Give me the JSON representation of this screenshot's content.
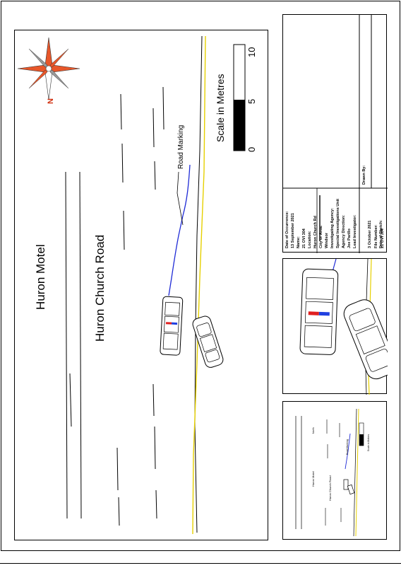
{
  "main": {
    "compass_letter": "N",
    "road_name": "Huron Church Road",
    "motel_name": "Huron Motel",
    "road_marking_label": "Road Marking",
    "scale_label": "Scale in Metres",
    "scale_ticks": [
      "0",
      "5",
      "10"
    ]
  },
  "title_block": {
    "lines": [
      "Date of Occurrence:",
      "13 September 2021",
      "Name:",
      "21 OVI 304",
      "Location:",
      "Huron Church Rd",
      "City or Area:",
      "Windsor",
      "Investigating Agency:",
      "Special Investigations Unit",
      "Agency Direction:",
      "Joe Parillo",
      "Lead Investigator:"
    ],
    "drawn_by_label": "Drawn By:",
    "date_of_sketch_label": "Date of Sketch:",
    "date_of_sketch": "3 October 2021",
    "file_number_label": "File Number:",
    "file_number": "21 OVI 304"
  },
  "inset_overview": {
    "road_name": "Huron Church Road",
    "motel_name": "Huron Motel",
    "road_marking_label": "Road Marking",
    "scale_label": "Scale in Metres",
    "north_label": "North"
  },
  "colors": {
    "center_line": "#e6d000",
    "tire_mark": "#1f2bd6",
    "compass_orange": "#e8572a",
    "light_red": "#e02020",
    "light_blue": "#2040e0"
  }
}
